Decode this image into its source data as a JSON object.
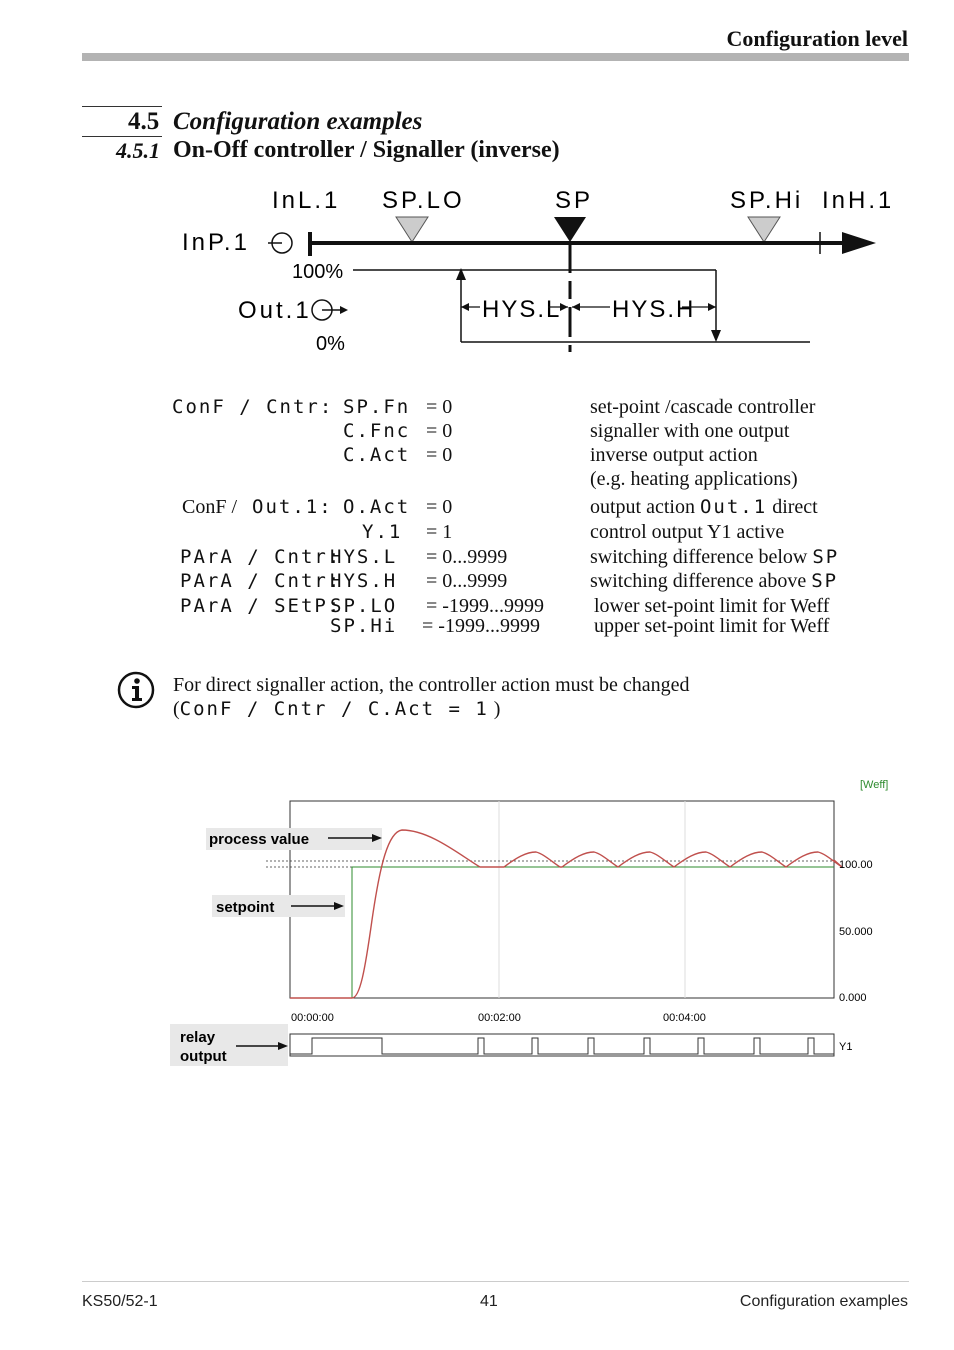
{
  "header": {
    "title": "Configuration level"
  },
  "section": {
    "number": "4.5",
    "title": "Configuration examples",
    "sub_number": "4.5.1",
    "sub_title": "On-Off controller / Signaller (inverse)"
  },
  "diagram": {
    "labels": {
      "inl1": "InL.1",
      "splo": "SP.LO",
      "sp": "SP",
      "sphi": "SP.Hi",
      "inh1": "InH.1",
      "inp1": "InP.1",
      "out1": "Out.1",
      "pct100": "100%",
      "pct0": "0%",
      "hysl": "HYS.L",
      "hysh": "HYS.H"
    }
  },
  "config_rows": [
    {
      "path": "ConF / Cntr:",
      "param": "SP.Fn",
      "value": "= 0",
      "desc": "set-point /cascade controller"
    },
    {
      "path": "",
      "param": "C.Fnc",
      "value": "= 0",
      "desc": "signaller with one output"
    },
    {
      "path": "",
      "param": "C.Act",
      "value": "= 0",
      "desc": "inverse output action"
    },
    {
      "path": "",
      "param": "",
      "value": "",
      "desc": "(e.g. heating applications)"
    },
    {
      "path_prefix": "ConF /",
      "path": "Out.1:",
      "param": "O.Act",
      "value": "= 0",
      "desc_pre": "output action",
      "desc_code": "Out.1",
      "desc_post": "direct"
    },
    {
      "path": "",
      "param": "Y.1",
      "value": "= 1",
      "desc": "control output Y1 active"
    },
    {
      "path": "PArA / Cntr:",
      "param": "HYS.L",
      "value": "= 0...9999",
      "desc_pre": "switching difference below",
      "desc_code": "SP"
    },
    {
      "path": "PArA / Cntr:",
      "param": "HYS.H",
      "value": "= 0...9999",
      "desc_pre": "switching difference above",
      "desc_code": "SP"
    },
    {
      "path": "PArA / SEtP:",
      "param": "SP.LO",
      "value": "= -1999...9999",
      "desc": "lower set-point limit for Weff"
    },
    {
      "path": "",
      "param": "SP.Hi",
      "value": "= -1999...9999",
      "desc": "upper set-point limit for Weff"
    }
  ],
  "info_note": {
    "line1": "For direct signaller action, the controller action must be changed",
    "open": "(",
    "code": "ConF / Cntr / C.Act = 1",
    "close": ")"
  },
  "chart_data": {
    "type": "line",
    "unit_label": "[Weff]",
    "y_ticks": [
      "100.00",
      "50.000",
      "0.000"
    ],
    "x_ticks": [
      "00:00:00",
      "00:02:00",
      "00:04:00"
    ],
    "series": [
      {
        "name": "process value",
        "color": "#c0504d"
      },
      {
        "name": "setpoint",
        "color": "#2e8b2e"
      }
    ],
    "annotations": {
      "process_value": "process value",
      "setpoint": "setpoint",
      "relay_line1": "relay",
      "relay_line2": "output"
    },
    "relay_label": "Y1"
  },
  "footer": {
    "left": "KS50/52-1",
    "center": "41",
    "right": "Configuration examples"
  }
}
